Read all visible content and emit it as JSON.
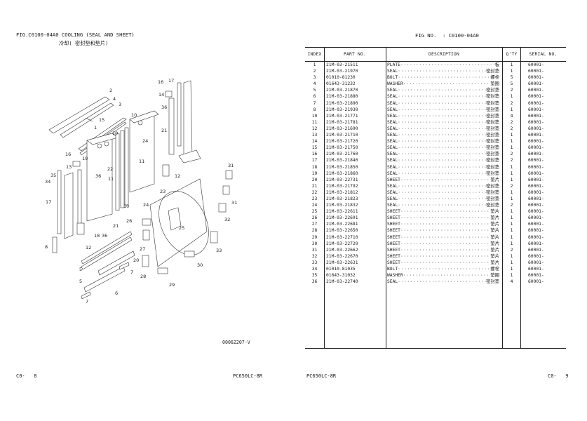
{
  "left_page": {
    "figure_title": "FIG.C0100-04A0 COOLING (SEAL AND SHEET)",
    "figure_subtitle": "冷却( 密封垫和垫片)",
    "diagram_code": "00062207-V",
    "callouts": [
      "1",
      "2",
      "3",
      "4",
      "5",
      "5",
      "6",
      "7",
      "7",
      "8",
      "10",
      "10",
      "10",
      "11",
      "11",
      "12",
      "12",
      "13",
      "14",
      "15",
      "16",
      "16",
      "17",
      "17",
      "18",
      "19",
      "20",
      "21",
      "21",
      "22",
      "23",
      "24",
      "24",
      "25",
      "26",
      "27",
      "28",
      "29",
      "30",
      "31",
      "31",
      "32",
      "33",
      "34",
      "35",
      "36",
      "36",
      "36"
    ],
    "footer_page": "C0-   8",
    "footer_model": "PC650LC-8R"
  },
  "right_page": {
    "figure_number": "FIG NO.  : C0100-04A0",
    "columns": {
      "index": "INDEX",
      "part_no": "PART  NO.",
      "description": "DESCRIPTION",
      "qty": "Q'TY",
      "serial_no": "SERIAL NO."
    },
    "rows": [
      {
        "index": "1",
        "part_no": "21M-03-21511",
        "desc_en": "PLATE",
        "desc_cn": "板",
        "qty": "1",
        "serial": "60001-"
      },
      {
        "index": "2",
        "part_no": "21M-03-21970",
        "desc_en": "SEAL",
        "desc_cn": "密封垫",
        "qty": "1",
        "serial": "60001-"
      },
      {
        "index": "3",
        "part_no": "01010-81230",
        "desc_en": "BOLT",
        "desc_cn": "螺栓",
        "qty": "5",
        "serial": "60001-"
      },
      {
        "index": "4",
        "part_no": "01643-31232",
        "desc_en": "WASHER",
        "desc_cn": "垫圈",
        "qty": "5",
        "serial": "60001-"
      },
      {
        "index": "5",
        "part_no": "21M-03-21870",
        "desc_en": "SEAL",
        "desc_cn": "密封垫",
        "qty": "2",
        "serial": "60001-"
      },
      {
        "index": "6",
        "part_no": "21M-03-21880",
        "desc_en": "SEAL",
        "desc_cn": "密封垫",
        "qty": "1",
        "serial": "60001-"
      },
      {
        "index": "7",
        "part_no": "21M-03-21890",
        "desc_en": "SEAL",
        "desc_cn": "密封垫",
        "qty": "2",
        "serial": "60001-"
      },
      {
        "index": "8",
        "part_no": "21M-03-21930",
        "desc_en": "SEAL",
        "desc_cn": "密封垫",
        "qty": "1",
        "serial": "60001-"
      },
      {
        "index": "10",
        "part_no": "21M-03-21771",
        "desc_en": "SEAL",
        "desc_cn": "密封垫",
        "qty": "4",
        "serial": "60001-"
      },
      {
        "index": "11",
        "part_no": "21M-03-21781",
        "desc_en": "SEAL",
        "desc_cn": "密封垫",
        "qty": "2",
        "serial": "60001-"
      },
      {
        "index": "12",
        "part_no": "21M-03-21690",
        "desc_en": "SEAL",
        "desc_cn": "密封垫",
        "qty": "2",
        "serial": "60001-"
      },
      {
        "index": "13",
        "part_no": "21M-03-21710",
        "desc_en": "SEAL",
        "desc_cn": "密封垫",
        "qty": "1",
        "serial": "60001-"
      },
      {
        "index": "14",
        "part_no": "21M-03-21720",
        "desc_en": "SEAL",
        "desc_cn": "密封垫",
        "qty": "1",
        "serial": "60001-"
      },
      {
        "index": "15",
        "part_no": "21M-03-21750",
        "desc_en": "SEAL",
        "desc_cn": "密封垫",
        "qty": "1",
        "serial": "60001-"
      },
      {
        "index": "16",
        "part_no": "21M-03-21760",
        "desc_en": "SEAL",
        "desc_cn": "密封垫",
        "qty": "2",
        "serial": "60001-"
      },
      {
        "index": "17",
        "part_no": "21M-03-21840",
        "desc_en": "SEAL",
        "desc_cn": "密封垫",
        "qty": "2",
        "serial": "60001-"
      },
      {
        "index": "18",
        "part_no": "21M-03-21850",
        "desc_en": "SEAL",
        "desc_cn": "密封垫",
        "qty": "1",
        "serial": "60001-"
      },
      {
        "index": "19",
        "part_no": "21M-03-21860",
        "desc_en": "SEAL",
        "desc_cn": "密封垫",
        "qty": "1",
        "serial": "60001-"
      },
      {
        "index": "20",
        "part_no": "21M-03-22731",
        "desc_en": "SHEET",
        "desc_cn": "垫片",
        "qty": "1",
        "serial": "60001-"
      },
      {
        "index": "21",
        "part_no": "21M-03-21792",
        "desc_en": "SEAL",
        "desc_cn": "密封垫",
        "qty": "2",
        "serial": "60001-"
      },
      {
        "index": "22",
        "part_no": "21M-03-21812",
        "desc_en": "SEAL",
        "desc_cn": "密封垫",
        "qty": "1",
        "serial": "60001-"
      },
      {
        "index": "23",
        "part_no": "21M-03-21823",
        "desc_en": "SEAL",
        "desc_cn": "密封垫",
        "qty": "1",
        "serial": "60001-"
      },
      {
        "index": "24",
        "part_no": "21M-03-21832",
        "desc_en": "SEAL",
        "desc_cn": "密封垫",
        "qty": "2",
        "serial": "60001-"
      },
      {
        "index": "25",
        "part_no": "21M-03-22611",
        "desc_en": "SHEET",
        "desc_cn": "垫片",
        "qty": "1",
        "serial": "60001-"
      },
      {
        "index": "26",
        "part_no": "21M-03-22691",
        "desc_en": "SHEET",
        "desc_cn": "垫片",
        "qty": "1",
        "serial": "60001-"
      },
      {
        "index": "27",
        "part_no": "21M-03-22681",
        "desc_en": "SHEET",
        "desc_cn": "垫片",
        "qty": "1",
        "serial": "60001-"
      },
      {
        "index": "28",
        "part_no": "21M-03-22650",
        "desc_en": "SHEET",
        "desc_cn": "垫片",
        "qty": "1",
        "serial": "60001-"
      },
      {
        "index": "29",
        "part_no": "21M-03-22710",
        "desc_en": "SHEET",
        "desc_cn": "垫片",
        "qty": "1",
        "serial": "60001-"
      },
      {
        "index": "30",
        "part_no": "21M-03-22720",
        "desc_en": "SHEET",
        "desc_cn": "垫片",
        "qty": "1",
        "serial": "60001-"
      },
      {
        "index": "31",
        "part_no": "21M-03-22662",
        "desc_en": "SHEET",
        "desc_cn": "垫片",
        "qty": "2",
        "serial": "60001-"
      },
      {
        "index": "32",
        "part_no": "21M-03-22670",
        "desc_en": "SHEET",
        "desc_cn": "垫片",
        "qty": "1",
        "serial": "60001-"
      },
      {
        "index": "33",
        "part_no": "21M-03-22631",
        "desc_en": "SHEET",
        "desc_cn": "垫片",
        "qty": "1",
        "serial": "60001-"
      },
      {
        "index": "34",
        "part_no": "01010-81035",
        "desc_en": "BOLT",
        "desc_cn": "螺栓",
        "qty": "1",
        "serial": "60001-"
      },
      {
        "index": "35",
        "part_no": "01643-31032",
        "desc_en": "WASHER",
        "desc_cn": "垫圈",
        "qty": "1",
        "serial": "60001-"
      },
      {
        "index": "36",
        "part_no": "21M-03-22740",
        "desc_en": "SEAL",
        "desc_cn": "密封垫",
        "qty": "4",
        "serial": "60001-"
      }
    ],
    "footer_model": "PC650LC-8R",
    "footer_page": "C0-   9"
  }
}
